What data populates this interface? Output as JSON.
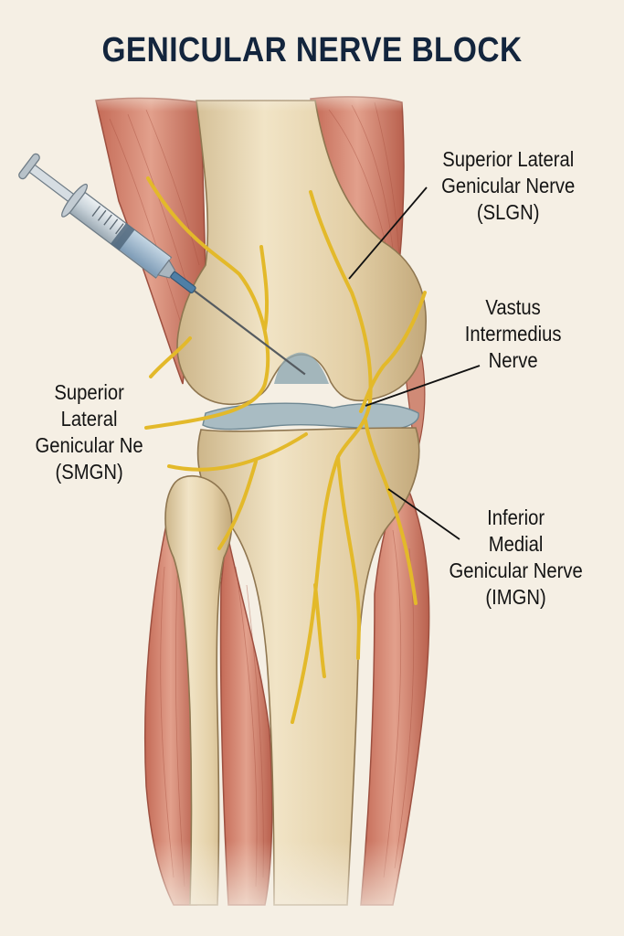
{
  "title": "GENICULAR NERVE BLOCK",
  "labels": {
    "slgn": {
      "lines": [
        "Superior Lateral",
        "Genicular Nerve",
        "(SLGN)"
      ]
    },
    "vastus_intermedius": {
      "lines": [
        "Vastus",
        "Intermedius",
        "Nerve"
      ]
    },
    "smgn": {
      "lines": [
        "Superior",
        "Lateral",
        "Genicular Ne",
        "(SMGN)"
      ]
    },
    "imgn": {
      "lines": [
        "Inferior",
        "Medial",
        "Genicular Nerve",
        "(IMGN)"
      ]
    }
  },
  "illustration": {
    "elements": [
      "femur",
      "tibia",
      "fibula",
      "meniscus",
      "muscles",
      "genicular-nerves",
      "syringe-needle"
    ],
    "colors": {
      "background": "#f5efe4",
      "title": "#13253d",
      "bone": "#e6d3ad",
      "bone_shadow": "#c9b083",
      "muscle": "#cf7f6b",
      "muscle_dark": "#b35c4a",
      "nerve": "#e3b92a",
      "meniscus": "#a9bcc3",
      "syringe_fluid": "#9fb8cf",
      "needle_hub": "#4f7fa6",
      "leader_line": "#111111"
    }
  }
}
